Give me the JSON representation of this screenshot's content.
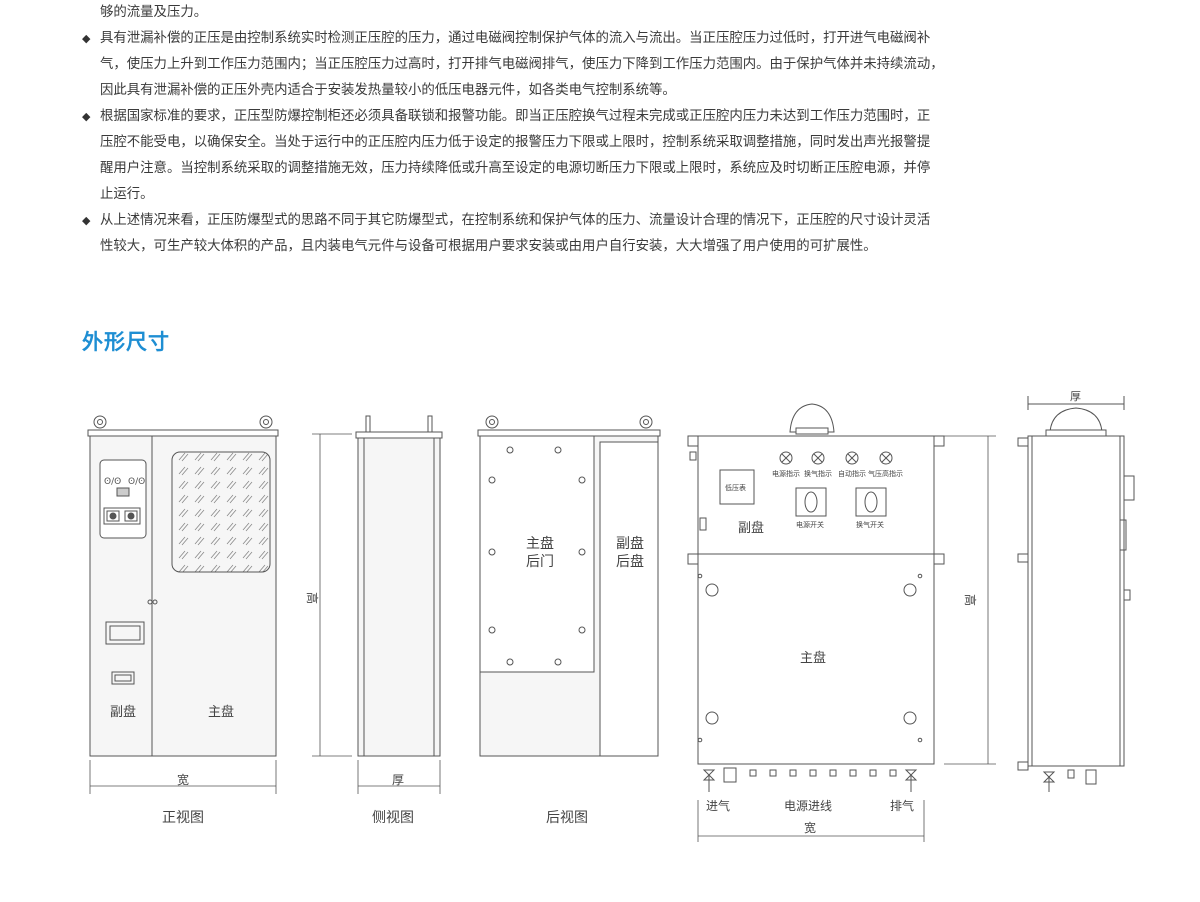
{
  "intro_tail": "够的流量及压力。",
  "bullets": [
    {
      "lines": [
        "具有泄漏补偿的正压是由控制系统实时检测正压腔的压力，通过电磁阀控制保护气体的流入与流出。当正压腔压力过低时，打开进气电磁阀补",
        "气，使压力上升到工作压力范围内；当正压腔压力过高时，打开排气电磁阀排气，使压力下降到工作压力范围内。由于保护气体并未持续流动，",
        "因此具有泄漏补偿的正压外壳内适合于安装发热量较小的低压电器元件，如各类电气控制系统等。"
      ]
    },
    {
      "lines": [
        "根据国家标准的要求，正压型防爆控制柜还必须具备联锁和报警功能。即当正压腔换气过程未完成或正压腔内压力未达到工作压力范围时，正",
        "压腔不能受电，以确保安全。当处于运行中的正压腔内压力低于设定的报警压力下限或上限时，控制系统采取调整措施，同时发出声光报警提",
        "醒用户注意。当控制系统采取的调整措施无效，压力持续降低或升高至设定的电源切断压力下限或上限时，系统应及时切断正压腔电源，并停",
        "止运行。"
      ]
    },
    {
      "lines": [
        "从上述情况来看，正压防爆型式的思路不同于其它防爆型式，在控制系统和保护气体的压力、流量设计合理的情况下，正压腔的尺寸设计灵活",
        "性较大，可生产较大体积的产品，且内装电气元件与设备可根据用户要求安装或由用户自行安装，大大增强了用户使用的可扩展性。"
      ]
    }
  ],
  "section_title": "外形尺寸",
  "drawings": {
    "front": {
      "caption": "正视图",
      "sub_panel": "副盘",
      "main_panel": "主盘",
      "width_label": "宽",
      "height_label": "高"
    },
    "side": {
      "caption": "侧视图",
      "depth_label": "厚"
    },
    "back": {
      "caption": "后视图",
      "main_back_line1": "主盘",
      "main_back_line2": "后门",
      "sub_back_line1": "副盘",
      "sub_back_line2": "后盘"
    },
    "panel": {
      "gauge": "低压表",
      "indicators": [
        "电源指示",
        "换气指示",
        "自动指示",
        "气压高指示"
      ],
      "power_switch": "电源开关",
      "purge_switch": "换气开关",
      "sub_panel": "副盘",
      "main_panel": "主盘",
      "height_label": "高",
      "inlet": "进气",
      "power_inlet": "电源进线",
      "outlet": "排气",
      "width_label": "宽"
    },
    "panel_side": {
      "depth_label": "厚"
    }
  }
}
